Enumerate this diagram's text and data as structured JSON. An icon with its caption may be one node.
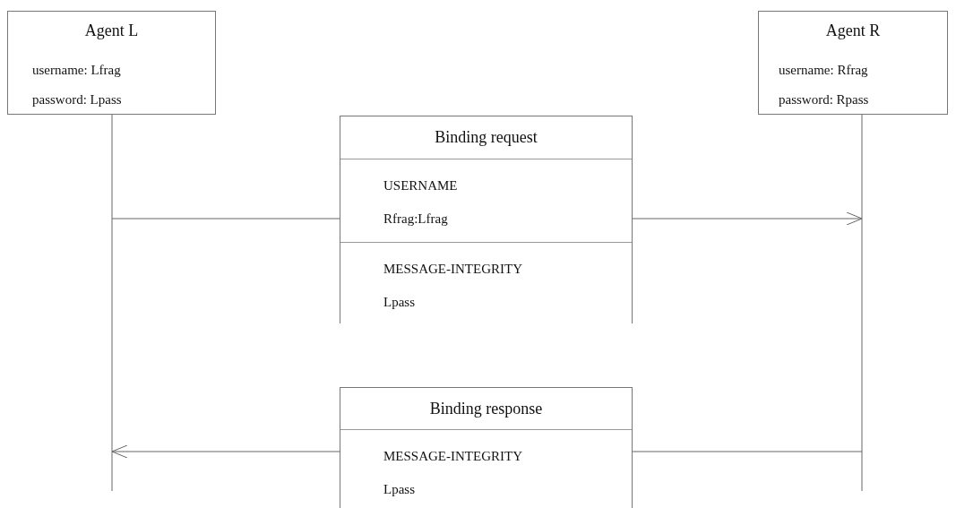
{
  "diagram": {
    "nodes": [
      {
        "text": [
          "Agent L",
          "username: Lfrag",
          "password: Lpass"
        ]
      },
      {
        "text": [
          "Agent R",
          "username: Rfrag",
          "password: Rpass"
        ]
      },
      {
        "text": [
          "Binding request"
        ]
      },
      {
        "text": [
          "USERNAME",
          "Rfrag:Lfrag"
        ],
        "in": 2
      },
      {
        "text": [
          "MESSAGE-INTEGRITY",
          "Lpass"
        ],
        "in": 2
      },
      {
        "text": [
          "Binding response"
        ]
      },
      {
        "text": [
          "MESSAGE-INTEGRITY",
          "Lpass"
        ],
        "in": 5
      }
    ],
    "edges": [
      {
        "from": 0,
        "to": null,
        "arrow": "none"
      },
      {
        "from": 1,
        "to": null,
        "arrow": "none"
      },
      {
        "from": null,
        "to": 2,
        "arrow": "none"
      },
      {
        "from": 2,
        "to": null,
        "arrow": "to"
      },
      {
        "from": null,
        "to": 5,
        "arrow": "none"
      },
      {
        "from": 5,
        "to": null,
        "arrow": "to"
      }
    ]
  }
}
